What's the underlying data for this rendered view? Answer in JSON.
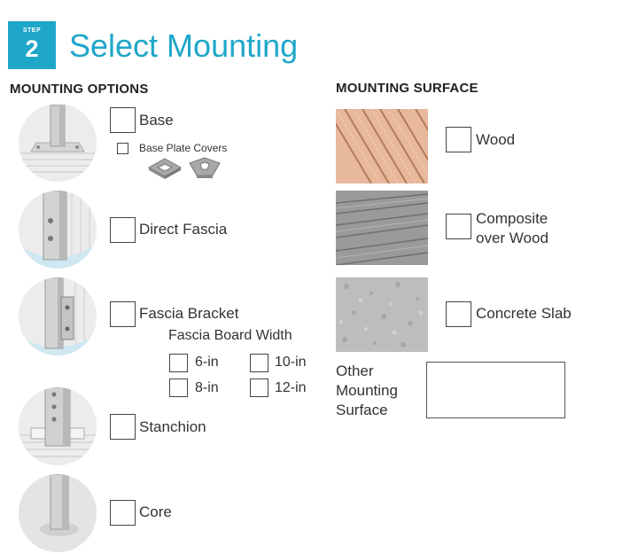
{
  "header": {
    "step_label": "STEP",
    "step_number": "2",
    "title": "Select Mounting",
    "accent_color": "#1ea7c9"
  },
  "mounting_options": {
    "heading": "MOUNTING OPTIONS",
    "base": {
      "label": "Base",
      "sub_option": "Base Plate Covers"
    },
    "direct_fascia": {
      "label": "Direct Fascia"
    },
    "fascia_bracket": {
      "label": "Fascia Bracket",
      "board_width_heading": "Fascia Board Width",
      "widths": [
        "6-in",
        "10-in",
        "8-in",
        "12-in"
      ]
    },
    "stanchion": {
      "label": "Stanchion"
    },
    "core": {
      "label": "Core"
    }
  },
  "mounting_surface": {
    "heading": "MOUNTING SURFACE",
    "wood": {
      "label": "Wood"
    },
    "composite": {
      "label": "Composite\nover Wood"
    },
    "concrete": {
      "label": "Concrete Slab"
    },
    "other": {
      "label": "Other\nMounting\nSurface"
    }
  }
}
